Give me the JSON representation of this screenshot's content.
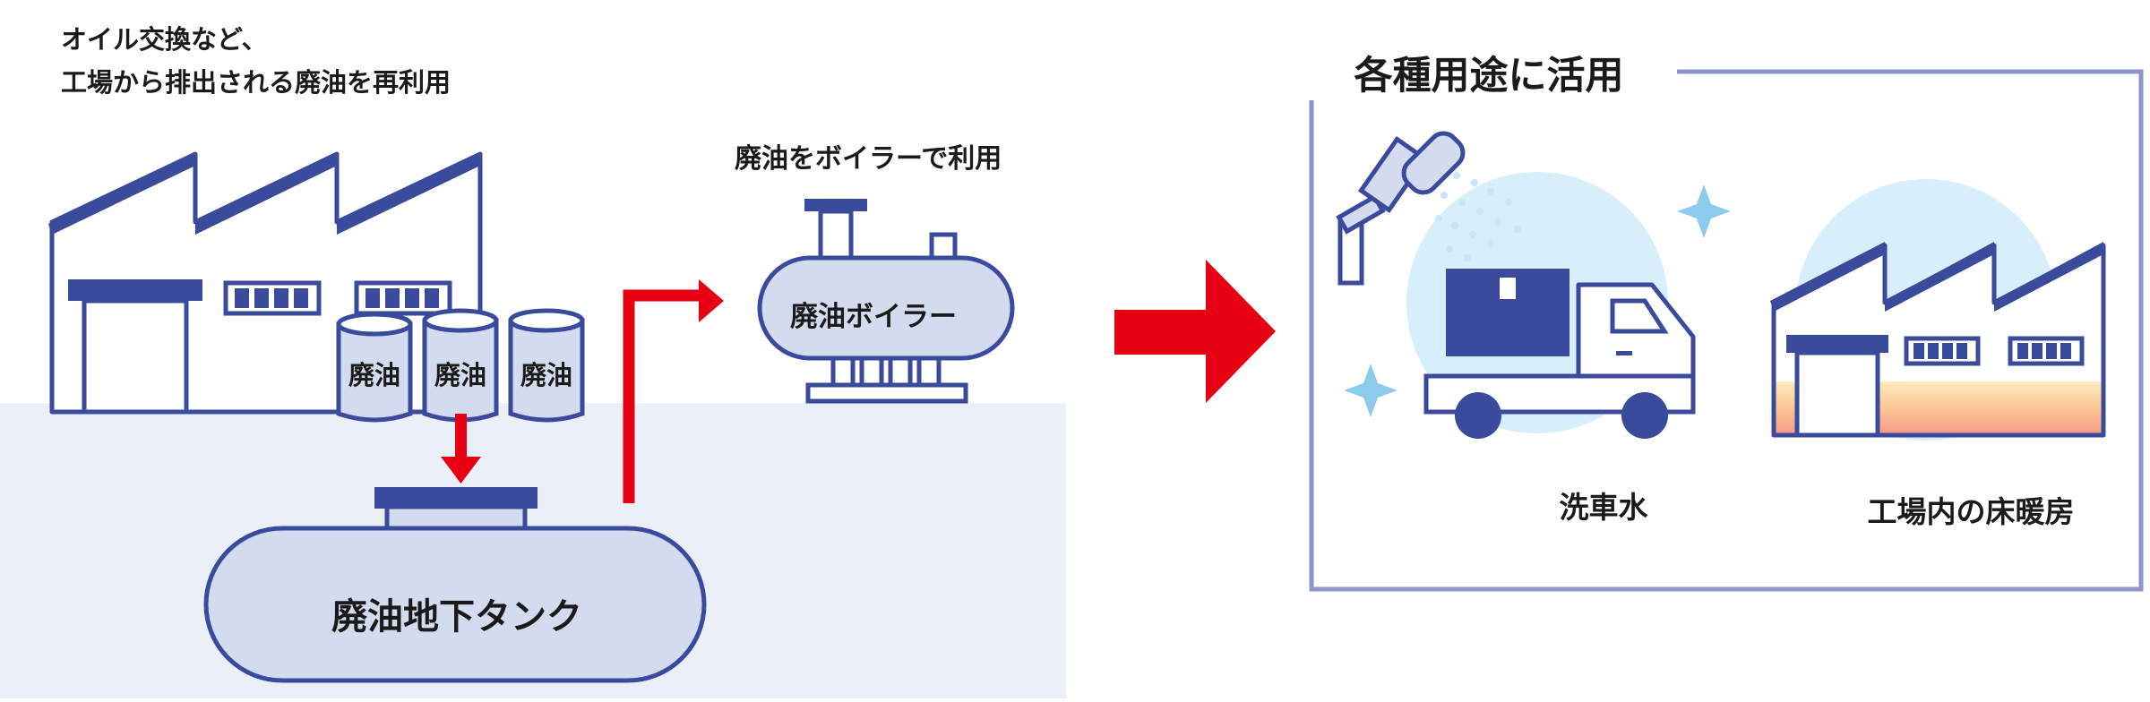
{
  "intro_text": {
    "line1": "オイル交換など、",
    "line2": "工場から排出される廃油を再利用"
  },
  "boiler_caption": "廃油をボイラーで利用",
  "drum_labels": [
    "廃油",
    "廃油",
    "廃油"
  ],
  "tank_label": "廃油地下タンク",
  "boiler_label": "廃油ボイラー",
  "panel": {
    "title": "各種用途に活用",
    "car_wash_caption": "洗車水",
    "floor_heating_caption": "工場内の床暖房"
  },
  "colors": {
    "navy": "#3a4a9c",
    "light_fill": "#d3dbef",
    "ground": "#eaeff8",
    "arrow_red": "#e60012",
    "sky_circle": "#d7eefb",
    "sparkle": "#8ccbec",
    "panel_border": "#8f95c9"
  }
}
